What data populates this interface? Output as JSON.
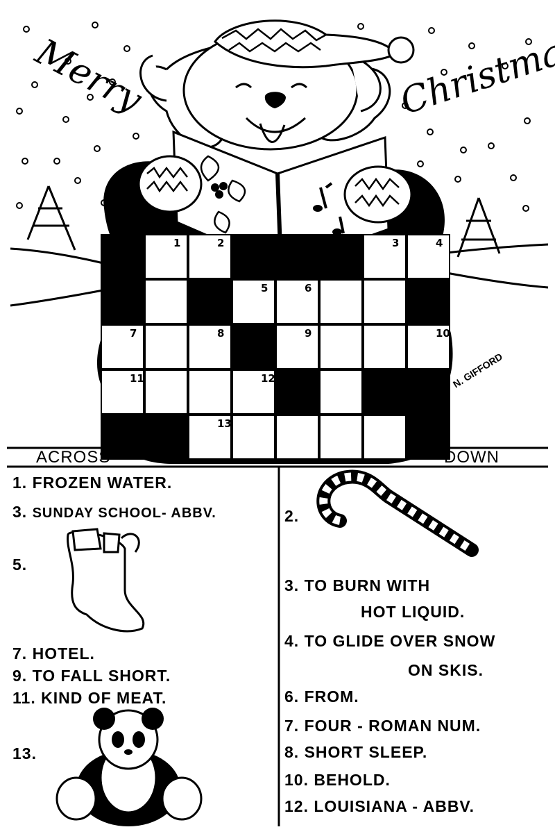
{
  "title": {
    "word1": "Merry",
    "word2": "Christmas"
  },
  "signature": "N. GIFFORD",
  "grid": {
    "rows": [
      [
        "B",
        "W",
        "W",
        "B",
        "B",
        "B",
        "W",
        "W"
      ],
      [
        "B",
        "W",
        "B",
        "W",
        "W",
        "W",
        "W",
        "B"
      ],
      [
        "W",
        "W",
        "W",
        "B",
        "W",
        "W",
        "W",
        "W"
      ],
      [
        "W",
        "W",
        "W",
        "W",
        "B",
        "W",
        "B",
        "B"
      ],
      [
        "B",
        "B",
        "W",
        "W",
        "W",
        "W",
        "W",
        "B"
      ]
    ],
    "numbers": [
      {
        "r": 0,
        "c": 1,
        "n": "1"
      },
      {
        "r": 0,
        "c": 2,
        "n": "2"
      },
      {
        "r": 0,
        "c": 6,
        "n": "3"
      },
      {
        "r": 0,
        "c": 7,
        "n": "4"
      },
      {
        "r": 1,
        "c": 3,
        "n": "5"
      },
      {
        "r": 1,
        "c": 4,
        "n": "6"
      },
      {
        "r": 2,
        "c": 0,
        "n": "7"
      },
      {
        "r": 2,
        "c": 2,
        "n": "8"
      },
      {
        "r": 2,
        "c": 4,
        "n": "9"
      },
      {
        "r": 2,
        "c": 7,
        "n": "10"
      },
      {
        "r": 3,
        "c": 0,
        "n": "11"
      },
      {
        "r": 3,
        "c": 3,
        "n": "12"
      },
      {
        "r": 4,
        "c": 2,
        "n": "13"
      }
    ]
  },
  "across": {
    "header": "ACROSS",
    "clues": [
      {
        "num": "1.",
        "text": "FROZEN WATER."
      },
      {
        "num": "3.",
        "text": "SUNDAY SCHOOL- ABBV."
      },
      {
        "num": "5.",
        "text": "",
        "icon": "stocking-icon"
      },
      {
        "num": "7.",
        "text": "HOTEL."
      },
      {
        "num": "9.",
        "text": "TO FALL SHORT."
      },
      {
        "num": "11.",
        "text": "KIND OF MEAT."
      },
      {
        "num": "13.",
        "text": "",
        "icon": "panda-bear-icon"
      }
    ]
  },
  "down": {
    "header": "DOWN",
    "clues": [
      {
        "num": "2.",
        "text": "",
        "icon": "candy-cane-icon"
      },
      {
        "num": "3.",
        "text": "TO BURN WITH",
        "text2": "HOT LIQUID."
      },
      {
        "num": "4.",
        "text": "TO GLIDE OVER SNOW",
        "text2": "ON SKIS."
      },
      {
        "num": "6.",
        "text": "FROM."
      },
      {
        "num": "7.",
        "text": "FOUR - ROMAN NUM."
      },
      {
        "num": "8.",
        "text": "SHORT SLEEP."
      },
      {
        "num": "10.",
        "text": "BEHOLD."
      },
      {
        "num": "12.",
        "text": "LOUISIANA - ABBV."
      }
    ]
  }
}
